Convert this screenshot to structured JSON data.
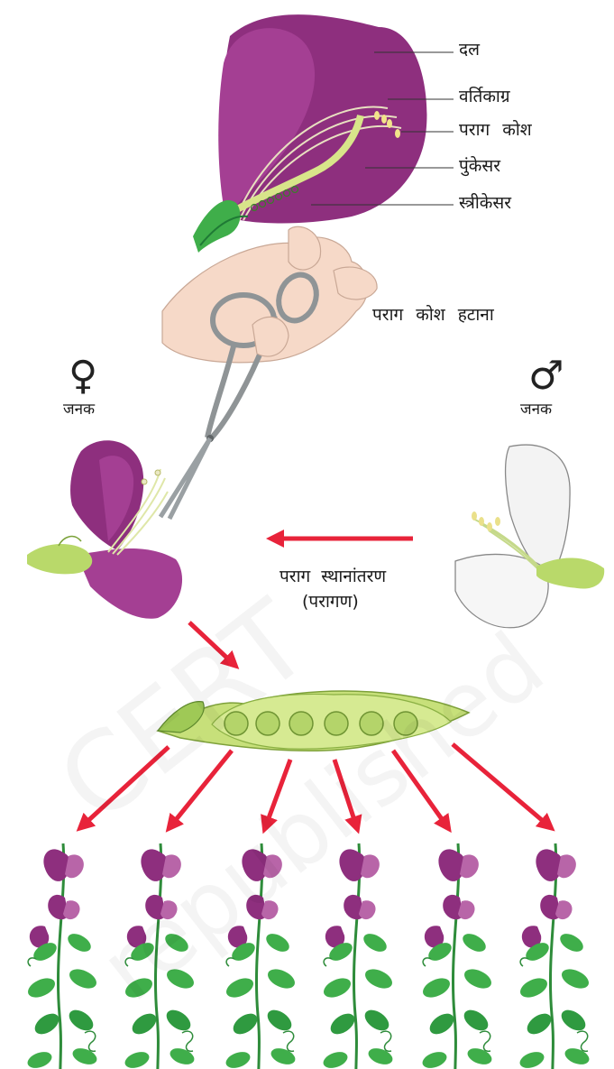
{
  "labels": {
    "petal": "दल",
    "stigma": "वर्तिकाग्र",
    "anther": "पराग कोश",
    "stamen": "पुंकेसर",
    "pistil": "स्त्रीकेसर",
    "anther_removal": "पराग कोश हटाना",
    "female_symbol": "♀",
    "female_parent": "जनक",
    "male_symbol": "♂",
    "male_parent": "जनक",
    "pollen_transfer": "पराग स्थानांतरण",
    "pollination": "(परागण)"
  },
  "watermark": {
    "line1": "CERT",
    "line2": "republished"
  },
  "colors": {
    "petal_purple": "#8e2f7e",
    "petal_light": "#b865a8",
    "green": "#3fae4a",
    "leaf_dark": "#1f7a35",
    "arrow_red": "#e8233a",
    "pod": "#c7e07a"
  },
  "offspring_count": 6
}
